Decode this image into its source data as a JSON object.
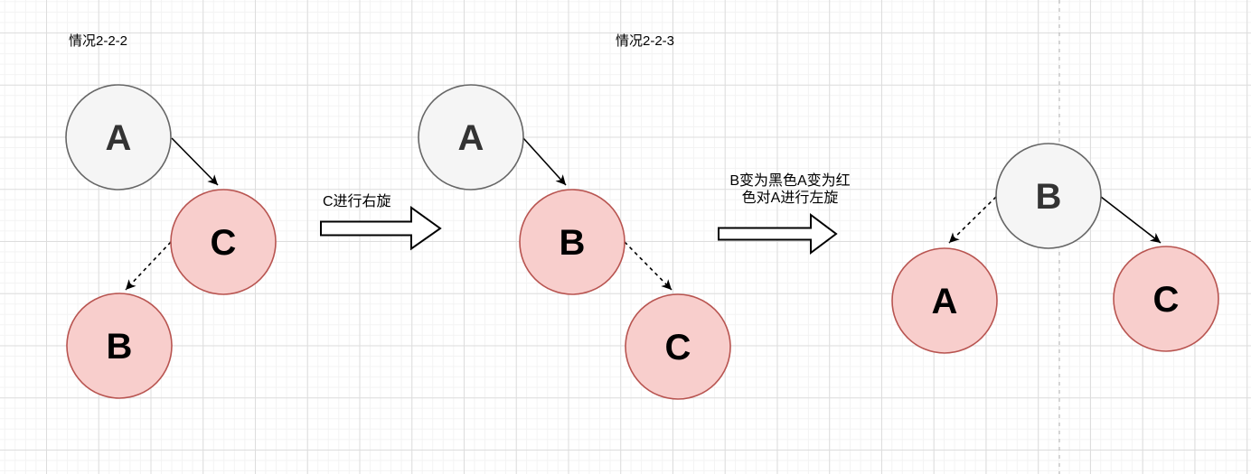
{
  "diagram": {
    "case_labels": {
      "left": "情况2-2-2",
      "right": "情况2-2-3"
    },
    "transitions": [
      {
        "id": "transition-1",
        "arrow_direction": "right",
        "label": "C进行右旋"
      },
      {
        "id": "transition-2",
        "arrow_direction": "right",
        "label_line1": "B变为黑色A变为红",
        "label_line2": "色对A进行左旋"
      }
    ],
    "trees": [
      {
        "id": "tree-1",
        "nodes": [
          {
            "label": "A",
            "color": "gray"
          },
          {
            "label": "C",
            "color": "red"
          },
          {
            "label": "B",
            "color": "red"
          }
        ],
        "edges": [
          {
            "from": "A",
            "to": "C",
            "style": "solid"
          },
          {
            "from": "C",
            "to": "B",
            "style": "dashed"
          }
        ]
      },
      {
        "id": "tree-2",
        "nodes": [
          {
            "label": "A",
            "color": "gray"
          },
          {
            "label": "B",
            "color": "red"
          },
          {
            "label": "C",
            "color": "red"
          }
        ],
        "edges": [
          {
            "from": "A",
            "to": "B",
            "style": "solid"
          },
          {
            "from": "B",
            "to": "C",
            "style": "dashed"
          }
        ]
      },
      {
        "id": "tree-3",
        "nodes": [
          {
            "label": "B",
            "color": "gray"
          },
          {
            "label": "A",
            "color": "red"
          },
          {
            "label": "C",
            "color": "red"
          }
        ],
        "edges": [
          {
            "from": "B",
            "to": "A",
            "style": "dashed"
          },
          {
            "from": "B",
            "to": "C",
            "style": "solid"
          }
        ]
      }
    ],
    "colors": {
      "red_node_fill": "#f8cecc",
      "red_node_stroke": "#b85450",
      "gray_node_fill": "#f5f5f5",
      "gray_node_stroke": "#666666",
      "edge_color": "#000000",
      "divider_color": "#b0b0b0",
      "grid_minor": "#f3f3f3",
      "grid_major": "#dddddd"
    }
  }
}
